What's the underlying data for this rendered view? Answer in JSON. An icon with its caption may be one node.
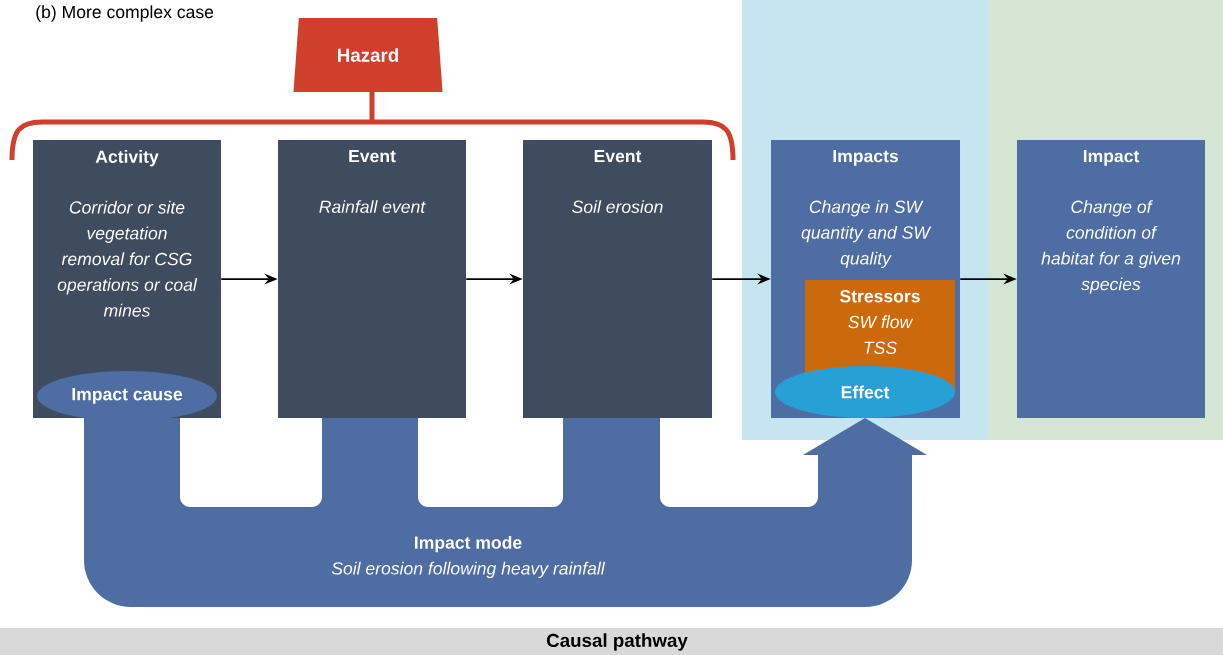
{
  "diagram": {
    "title": "(b) More complex case",
    "nodes": [
      {
        "text": [
          "Hazard"
        ]
      },
      {
        "text": [
          "Activity",
          "Corridor or site vegetation removal for CSG operations or coal mines"
        ]
      },
      {
        "text": [
          "Impact cause"
        ],
        "in": 1
      },
      {
        "text": [
          "Event",
          "Rainfall event"
        ]
      },
      {
        "text": [
          "Event",
          "Soil erosion"
        ]
      },
      {
        "text": [
          "Impacts",
          "Change in SW quantity and SW quality"
        ]
      },
      {
        "text": [
          "Stressors",
          "SW flow TSS"
        ],
        "in": 5
      },
      {
        "text": [
          "Effect"
        ],
        "in": 5
      },
      {
        "text": [
          "Impact",
          "Change of condition of habitat for a given species"
        ]
      },
      {
        "text": [
          "Impact mode",
          "Soil erosion following heavy rainfall"
        ]
      }
    ],
    "edges": [
      {
        "from": 1,
        "to": 3,
        "arrow": "to"
      },
      {
        "from": 3,
        "to": 4,
        "arrow": "to"
      },
      {
        "from": 4,
        "to": 5,
        "arrow": "to"
      },
      {
        "from": 5,
        "to": 8,
        "arrow": "to"
      }
    ],
    "labels": [
      "Causal pathway"
    ]
  }
}
